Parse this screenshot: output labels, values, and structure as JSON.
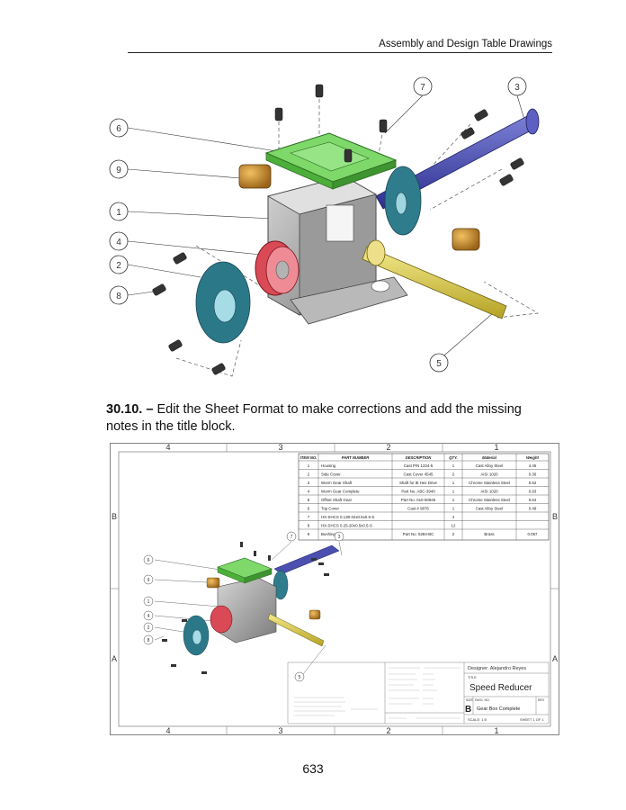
{
  "header": {
    "title": "Assembly and Design Table Drawings"
  },
  "figure1": {
    "balloons": [
      "6",
      "9",
      "1",
      "4",
      "2",
      "8",
      "7",
      "3",
      "5"
    ]
  },
  "step": {
    "number": "30.10. –",
    "text": "Edit the Sheet Format to make corrections and add the missing notes in the title block."
  },
  "drawing": {
    "zones_top": [
      "4",
      "3",
      "2",
      "1"
    ],
    "zones_side": [
      "B",
      "A"
    ],
    "bom": {
      "headers": [
        "ITEM NO.",
        "PART NUMBER",
        "DESCRIPTION",
        "QTY.",
        "Material",
        "Weight"
      ],
      "rows": [
        [
          "1",
          "Housing",
          "Cast P/N 1234-5",
          "1",
          "Cast Alloy Steel",
          "4.45"
        ],
        [
          "2",
          "Side Cover",
          "Cast Cover 4545",
          "2",
          "AISI 1020",
          "0.36"
        ],
        [
          "3",
          "Worm Gear Shaft",
          "Shaft for 8t Hex Drive",
          "1",
          "Chrome Stainless Steel",
          "0.52"
        ],
        [
          "4",
          "Worm Gear Complete",
          "Part No. ABC-3940",
          "1",
          "AISI 1020",
          "0.93"
        ],
        [
          "5",
          "Offset Shaft Gear",
          "Part No. 010-50945",
          "1",
          "Chrome Stainless Steel",
          "0.64"
        ],
        [
          "6",
          "Top Cover",
          "Cast # 9876",
          "1",
          "Cast Alloy Steel",
          "0.49"
        ],
        [
          "7",
          "HX-SHCS 0.138-32x0.5x0.5-S",
          "",
          "4",
          "",
          ""
        ],
        [
          "8",
          "HX-SHCS 0.25-20x0.5x0.5-S",
          "",
          "12",
          "",
          ""
        ],
        [
          "9",
          "Bushing",
          "Part No. 5284-BC",
          "2",
          "Brass",
          "0.057"
        ]
      ]
    },
    "balloons": [
      "6",
      "9",
      "1",
      "4",
      "2",
      "8",
      "7",
      "3",
      "5"
    ],
    "title_block": {
      "designer": "Designer: Alejandro Reyes",
      "title_label": "TITLE:",
      "title": "Speed Reducer",
      "size_label": "SIZE",
      "dwg_label": "DWG. NO.",
      "rev_label": "REV",
      "size": "B",
      "dwg_no": "Gear Box Complete",
      "scale": "SCALE: 1:5",
      "sheet": "SHEET 1 OF 1"
    }
  },
  "page_number": "633"
}
